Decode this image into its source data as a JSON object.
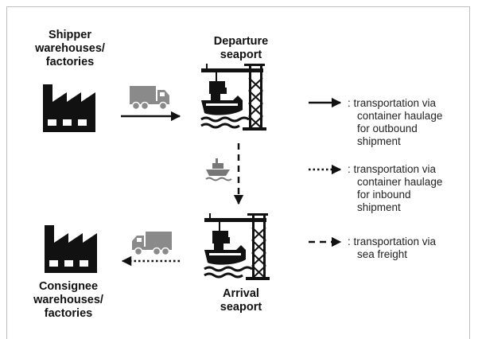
{
  "nodes": {
    "shipper": [
      "Shipper",
      "warehouses/",
      "factories"
    ],
    "departure": [
      "Departure",
      "seaport"
    ],
    "arrival": [
      "Arrival",
      "seaport"
    ],
    "consignee": [
      "Consignee",
      "warehouses/",
      "factories"
    ]
  },
  "legend": [
    {
      "style": "solid",
      "lines": [
        ": transportation via",
        "container haulage",
        "for outbound",
        "shipment"
      ]
    },
    {
      "style": "dotted",
      "lines": [
        ": transportation via",
        "container haulage",
        "for inbound",
        "shipment"
      ]
    },
    {
      "style": "dashed",
      "lines": [
        ": transportation via",
        "sea freight"
      ]
    }
  ],
  "icons": {
    "factory": "factory-icon",
    "truck": "truck-icon",
    "port": "port-crane-ship-icon",
    "boat": "boat-icon"
  },
  "colors": {
    "ink": "#111111",
    "vehicle": "#888888"
  }
}
